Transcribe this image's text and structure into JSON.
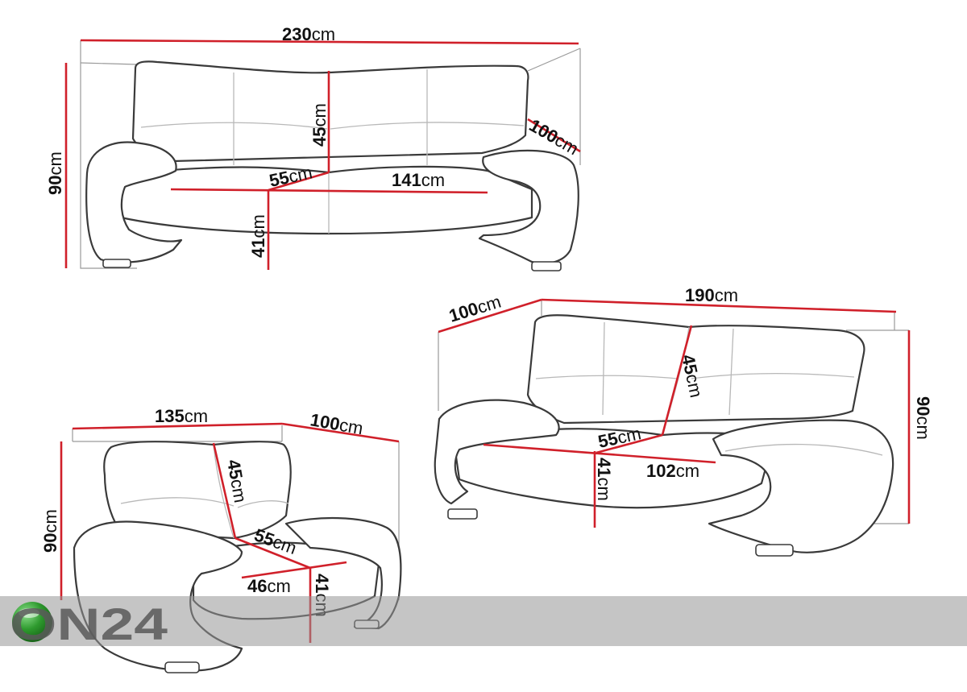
{
  "unit": "cm",
  "sofa_3": {
    "width": "230",
    "height": "90",
    "depth": "100",
    "back_height": "45",
    "seat_depth": "55",
    "seat_width": "141",
    "seat_height": "41"
  },
  "sofa_2": {
    "depth": "100",
    "width": "190",
    "back_height": "45",
    "height": "90",
    "seat_depth": "55",
    "seat_height": "41",
    "seat_width": "102"
  },
  "armchair": {
    "width": "135",
    "depth": "100",
    "height": "90",
    "back_height": "45",
    "seat_depth": "55",
    "seat_width": "46",
    "seat_height": "41"
  },
  "watermark": {
    "text": "ON24",
    "colors": {
      "ball": "#2e9a2e",
      "ball_light": "#8ee08e",
      "bar": "#969696"
    }
  }
}
